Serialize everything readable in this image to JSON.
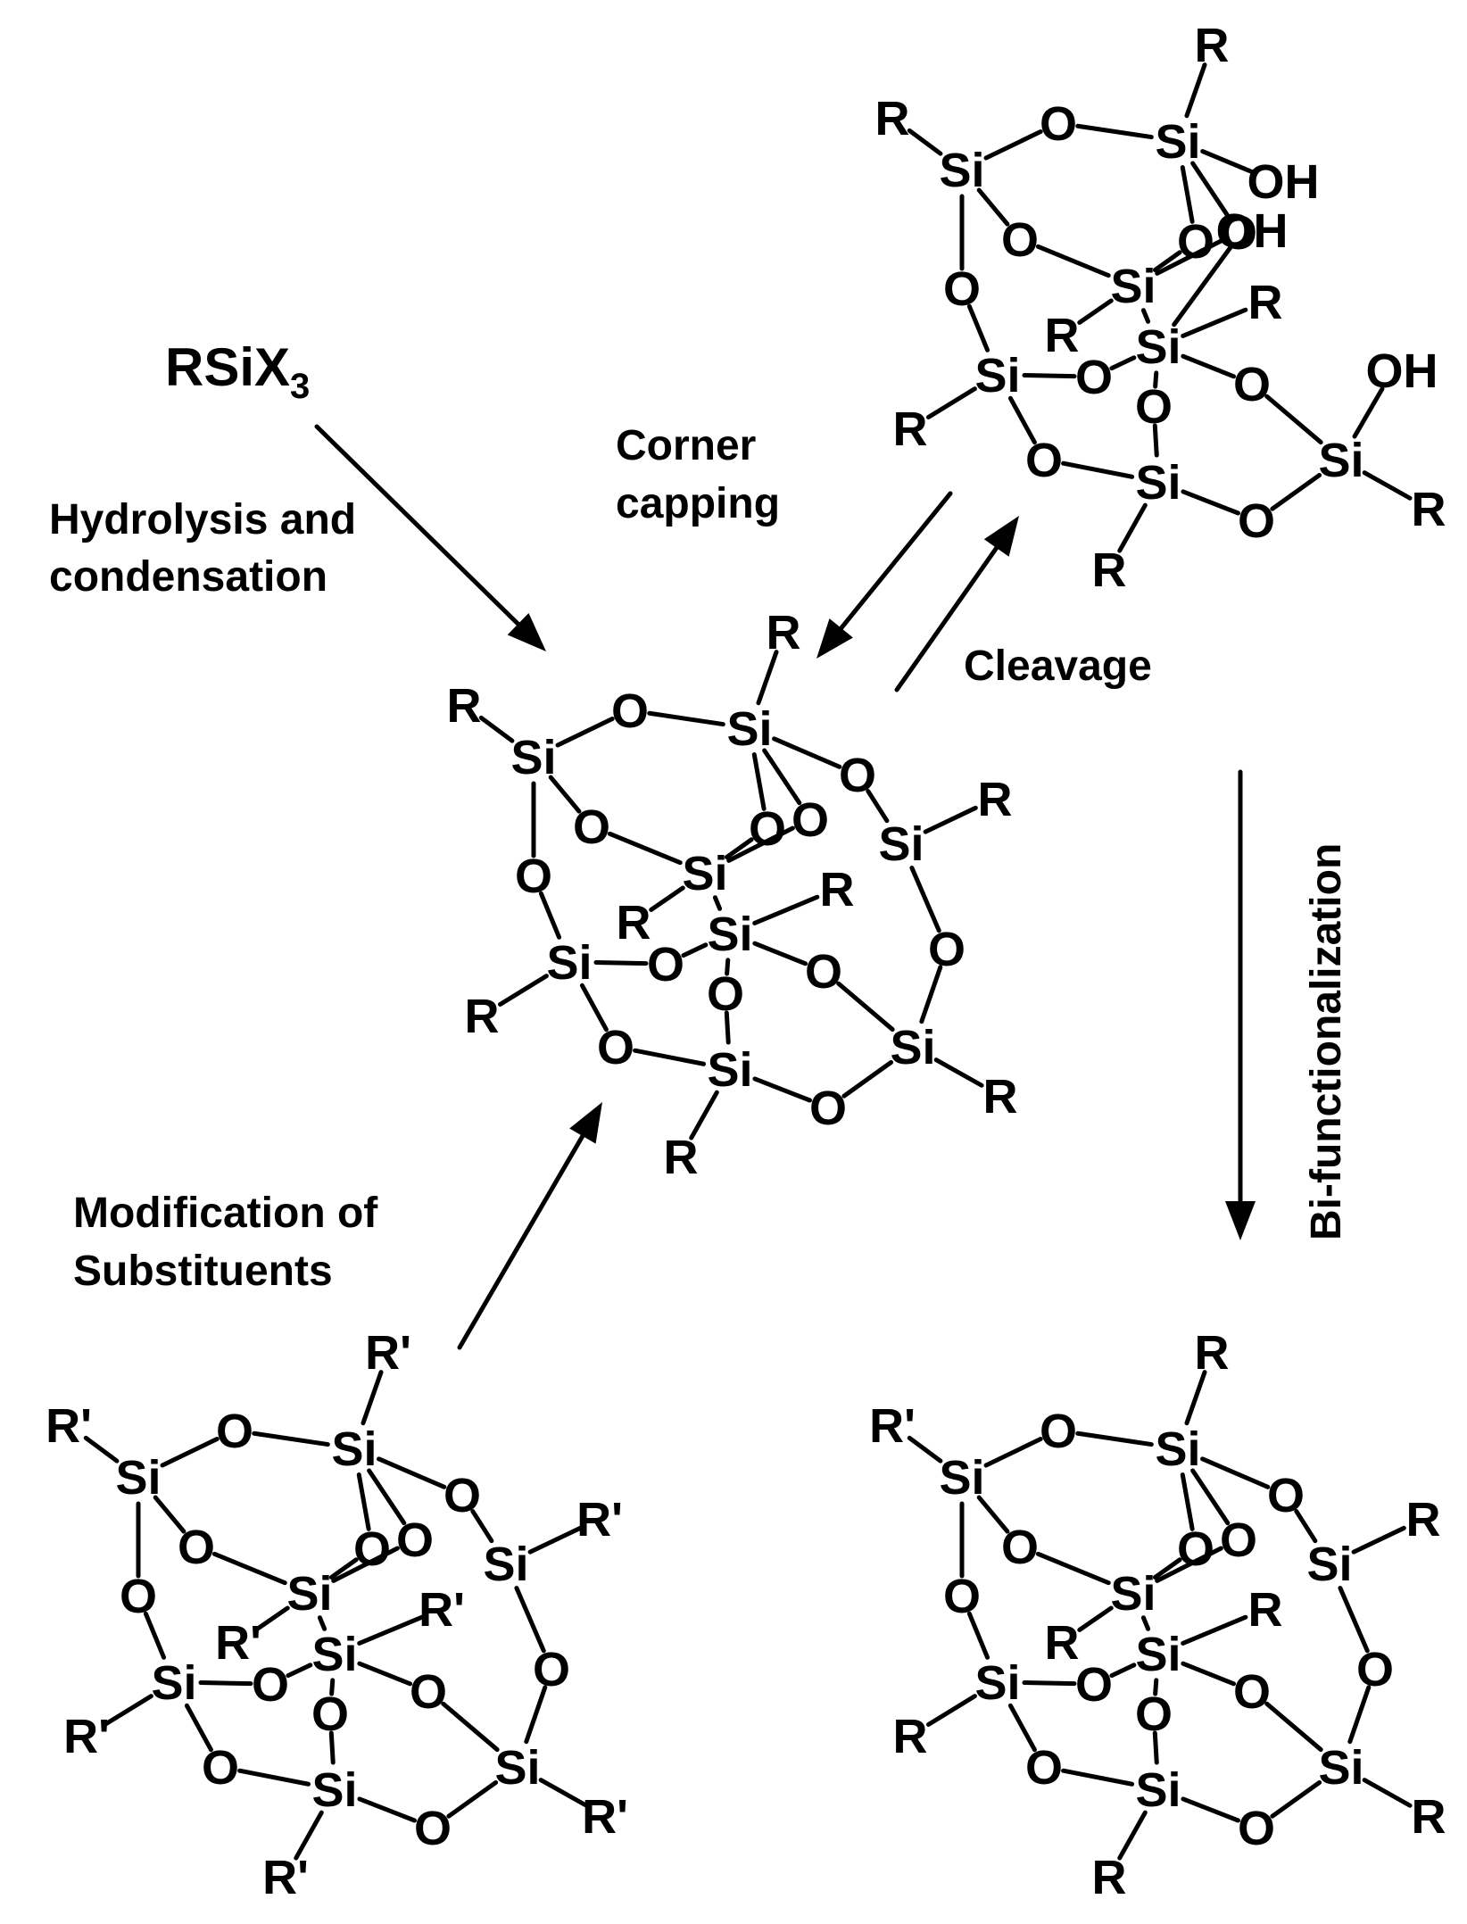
{
  "reagent": {
    "formula_main": "RSiX",
    "formula_sub": "3"
  },
  "labels": {
    "hydrolysis_line1": "Hydrolysis and",
    "hydrolysis_line2": "condensation",
    "corner_line1": "Corner",
    "corner_line2": "capping",
    "cleavage": "Cleavage",
    "bifunctionalization": "Bi-functionalization",
    "modification_line1": "Modification of",
    "modification_line2": "Substituents"
  },
  "atoms": {
    "si": "Si",
    "o": "O",
    "oh": "OH",
    "r": "R",
    "r_prime": "R'"
  },
  "structures": [
    {
      "name": "central-cage",
      "substituents": [
        "R",
        "R",
        "R",
        "R",
        "R",
        "R",
        "R",
        "R"
      ]
    },
    {
      "name": "open-cage-trisilanol",
      "substituents": [
        "R",
        "R",
        "R",
        "R",
        "R",
        "R",
        "R"
      ],
      "hydroxyls": [
        "OH",
        "OH",
        "OH"
      ]
    },
    {
      "name": "modified-cage",
      "substituents": [
        "R'",
        "R'",
        "R'",
        "R'",
        "R'",
        "R'",
        "R'",
        "R'"
      ]
    },
    {
      "name": "bifunctional-cage",
      "substituents": [
        "R'",
        "R",
        "R",
        "R",
        "R",
        "R",
        "R",
        "R"
      ]
    }
  ]
}
